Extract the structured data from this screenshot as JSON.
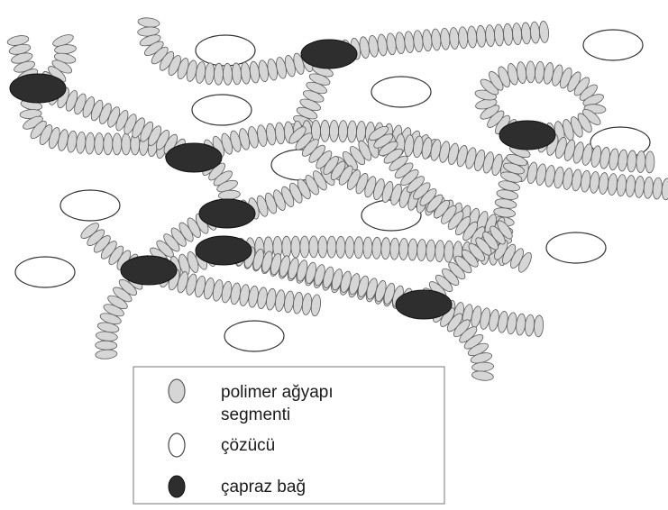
{
  "colors": {
    "segment_fill": "#d6d6d6",
    "segment_stroke": "#5a5a5a",
    "solvent_fill": "#ffffff",
    "solvent_stroke": "#333333",
    "crosslink_fill": "#2e2e2e",
    "legend_border": "#777777"
  },
  "legend": {
    "items": [
      {
        "symbol": "segment-icon",
        "lines": [
          "polimer ağyapı",
          "segmenti"
        ]
      },
      {
        "symbol": "solvent-icon",
        "lines": [
          "çözücü"
        ]
      },
      {
        "symbol": "crosslink-icon",
        "lines": [
          "çapraz bağ"
        ]
      }
    ]
  }
}
